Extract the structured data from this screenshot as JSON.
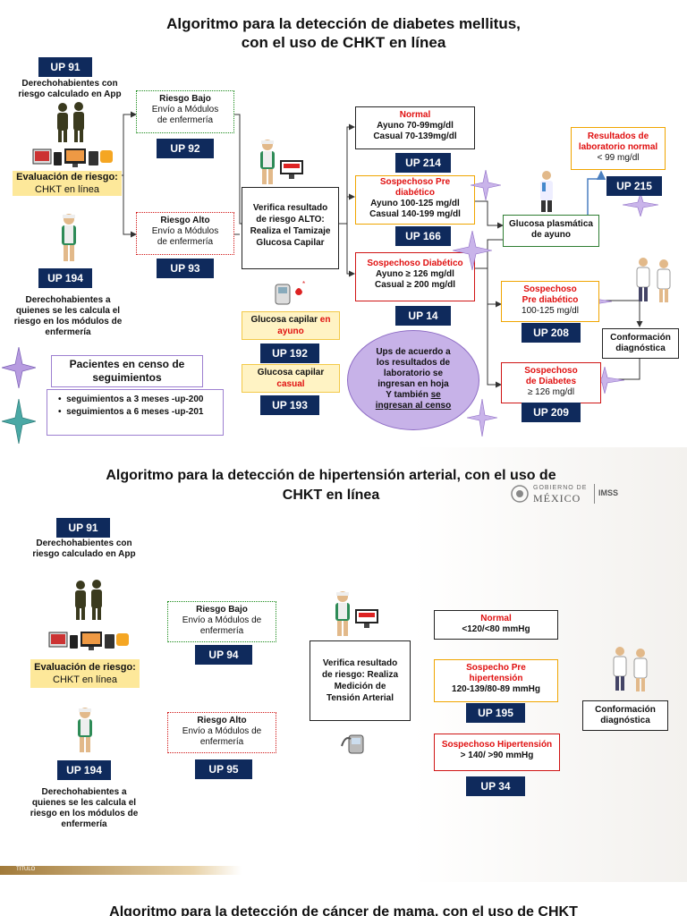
{
  "s1": {
    "title_l1": "Algoritmo para la detección de diabetes mellitus,",
    "title_l2": "con el uso de CHKT en línea",
    "up91": "UP 91",
    "app_l1": "Derechohabientes con",
    "app_l2": "riesgo calculado en App",
    "eval_l1": "Evaluación de riesgo:",
    "eval_l2": "CHKT en línea",
    "up194": "UP 194",
    "mod_l1": "Derechohabientes a",
    "mod_l2": "quienes se les calcula el",
    "mod_l3": "riesgo en los módulos de",
    "mod_l4": "enfermería",
    "bajo_t": "Riesgo Bajo",
    "bajo_l1": "Envío a Módulos",
    "bajo_l2": "de enfermería",
    "up92": "UP 92",
    "alto_t": "Riesgo Alto",
    "alto_l1": "Envío a Módulos",
    "alto_l2": "de enfermería",
    "up93": "UP 93",
    "verifica_l1": "Verifica resultado",
    "verifica_l2": "de riesgo ALTO:",
    "verifica_l3": "Realiza el Tamizaje",
    "verifica_l4": "Glucosa Capilar",
    "gc_ayuno_a": "Glucosa capilar ",
    "gc_ayuno_b": "en",
    "gc_ayuno_c": "ayuno",
    "up192": "UP 192",
    "gc_casual_a": "Glucosa capilar",
    "gc_casual_b": "casual",
    "up193": "UP 193",
    "normal_t": "Normal",
    "normal_l1": "Ayuno 70-99mg/dl",
    "normal_l2": "Casual 70-139mg/dl",
    "up214": "UP 214",
    "pre_t1": "Sospechoso Pre",
    "pre_t2": "diabético",
    "pre_l1": "Ayuno 100-125 mg/dl",
    "pre_l2": "Casual 140-199 mg/dl",
    "up166": "UP 166",
    "dia_t": "Sospechoso Diabético",
    "dia_l1": "Ayuno ≥ 126 mg/dl",
    "dia_l2": "Casual ≥ 200 mg/dl",
    "up14": "UP 14",
    "ups_l1": "Ups de acuerdo a",
    "ups_l2": "los resultados de",
    "ups_l3": "laboratorio se",
    "ups_l4": "ingresan en hoja",
    "ups_l5a": "Y también ",
    "ups_l5b": "se",
    "ups_l6a": "ingresan al censo",
    "gpa_l1": "Glucosa plasmática",
    "gpa_l2": "de ayuno",
    "res_t1": "Resultados de",
    "res_t2": "laboratorio normal",
    "res_l": "< 99 mg/dl",
    "up215": "UP 215",
    "spd_t1": "Sospechoso",
    "spd_t2": "Pre diabético",
    "spd_l": "100-125 mg/dl",
    "up208": "UP 208",
    "sdb_t1": "Sospechoso",
    "sdb_t2": "de Diabetes",
    "sdb_l": "≥ 126 mg/dl",
    "up209": "UP 209",
    "conf_l1": "Conformación",
    "conf_l2": "diagnóstica",
    "censo_l1": "Pacientes en censo de",
    "censo_l2": "seguimientos",
    "seg1": "seguimientos a 3 meses -up-200",
    "seg2": "seguimientos a 6 meses -up-201"
  },
  "s2": {
    "title_l1": "Algoritmo para la detección de hipertensión arterial, con el uso de",
    "title_l2": "CHKT en línea",
    "gob_l1": "GOBIERNO DE",
    "gob_l2": "MÉXICO",
    "imss": "IMSS",
    "up91": "UP 91",
    "app_l1": "Derechohabientes con",
    "app_l2": "riesgo calculado en App",
    "eval_l1": "Evaluación de riesgo:",
    "eval_l2": "CHKT en línea",
    "up194": "UP 194",
    "mod_l1": "Derechohabientes a",
    "mod_l2": "quienes se les calcula el",
    "mod_l3": "riesgo en los módulos de",
    "mod_l4": "enfermería",
    "bajo_t": "Riesgo Bajo",
    "bajo_l1": "Envío a Módulos de",
    "bajo_l2": "enfermería",
    "up94": "UP 94",
    "alto_t": "Riesgo Alto",
    "alto_l1": "Envío a Módulos de",
    "alto_l2": "enfermería",
    "up95": "UP 95",
    "ver_l1": "Verifica resultado",
    "ver_l2": "de riesgo: Realiza",
    "ver_l3": "Medición de",
    "ver_l4": "Tensión Arterial",
    "normal_t": "Normal",
    "normal_l": "<120/<80 mmHg",
    "pre_t1": "Sospecho Pre",
    "pre_t2": "hipertensión",
    "pre_l": "120-139/80-89  mmHg",
    "up195": "UP 195",
    "hip_t": "Sospechoso Hipertensión",
    "hip_l": "> 140/ >90  mmHg",
    "up34": "UP 34",
    "conf_l1": "Conformación",
    "conf_l2": "diagnóstica",
    "titulo_tag": "TÍTULO"
  },
  "s3": {
    "title": "Algoritmo para la detección de cáncer de mama, con el uso de CHKT"
  },
  "colors": {
    "navy": "#0f2a5c",
    "red": "#e01010",
    "yellow": "#fde89a",
    "purple": "#9d7fd0"
  }
}
